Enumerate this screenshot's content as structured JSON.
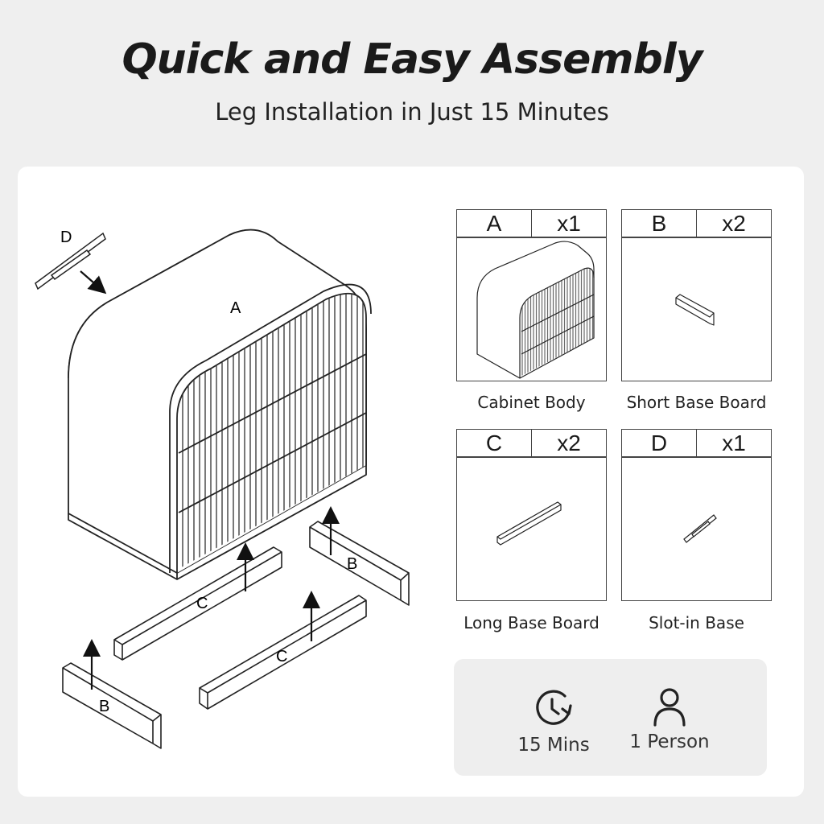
{
  "header": {
    "title": "Quick and Easy Assembly",
    "subtitle": "Leg Installation in Just 15 Minutes"
  },
  "diagram": {
    "labels": {
      "a": "A",
      "b": "B",
      "c": "C",
      "d": "D"
    }
  },
  "parts": [
    {
      "letter": "A",
      "qty": "x1",
      "name": "Cabinet Body"
    },
    {
      "letter": "B",
      "qty": "x2",
      "name": "Short Base Board"
    },
    {
      "letter": "C",
      "qty": "x2",
      "name": "Long Base Board"
    },
    {
      "letter": "D",
      "qty": "x1",
      "name": "Slot-in Base"
    }
  ],
  "stats": {
    "time": {
      "icon": "clock-icon",
      "label": "15 Mins"
    },
    "people": {
      "icon": "person-icon",
      "label": "1 Person"
    }
  },
  "colors": {
    "background": "#efefef",
    "card": "#ffffff",
    "stats_panel": "#eeeeee",
    "line": "#222222"
  }
}
